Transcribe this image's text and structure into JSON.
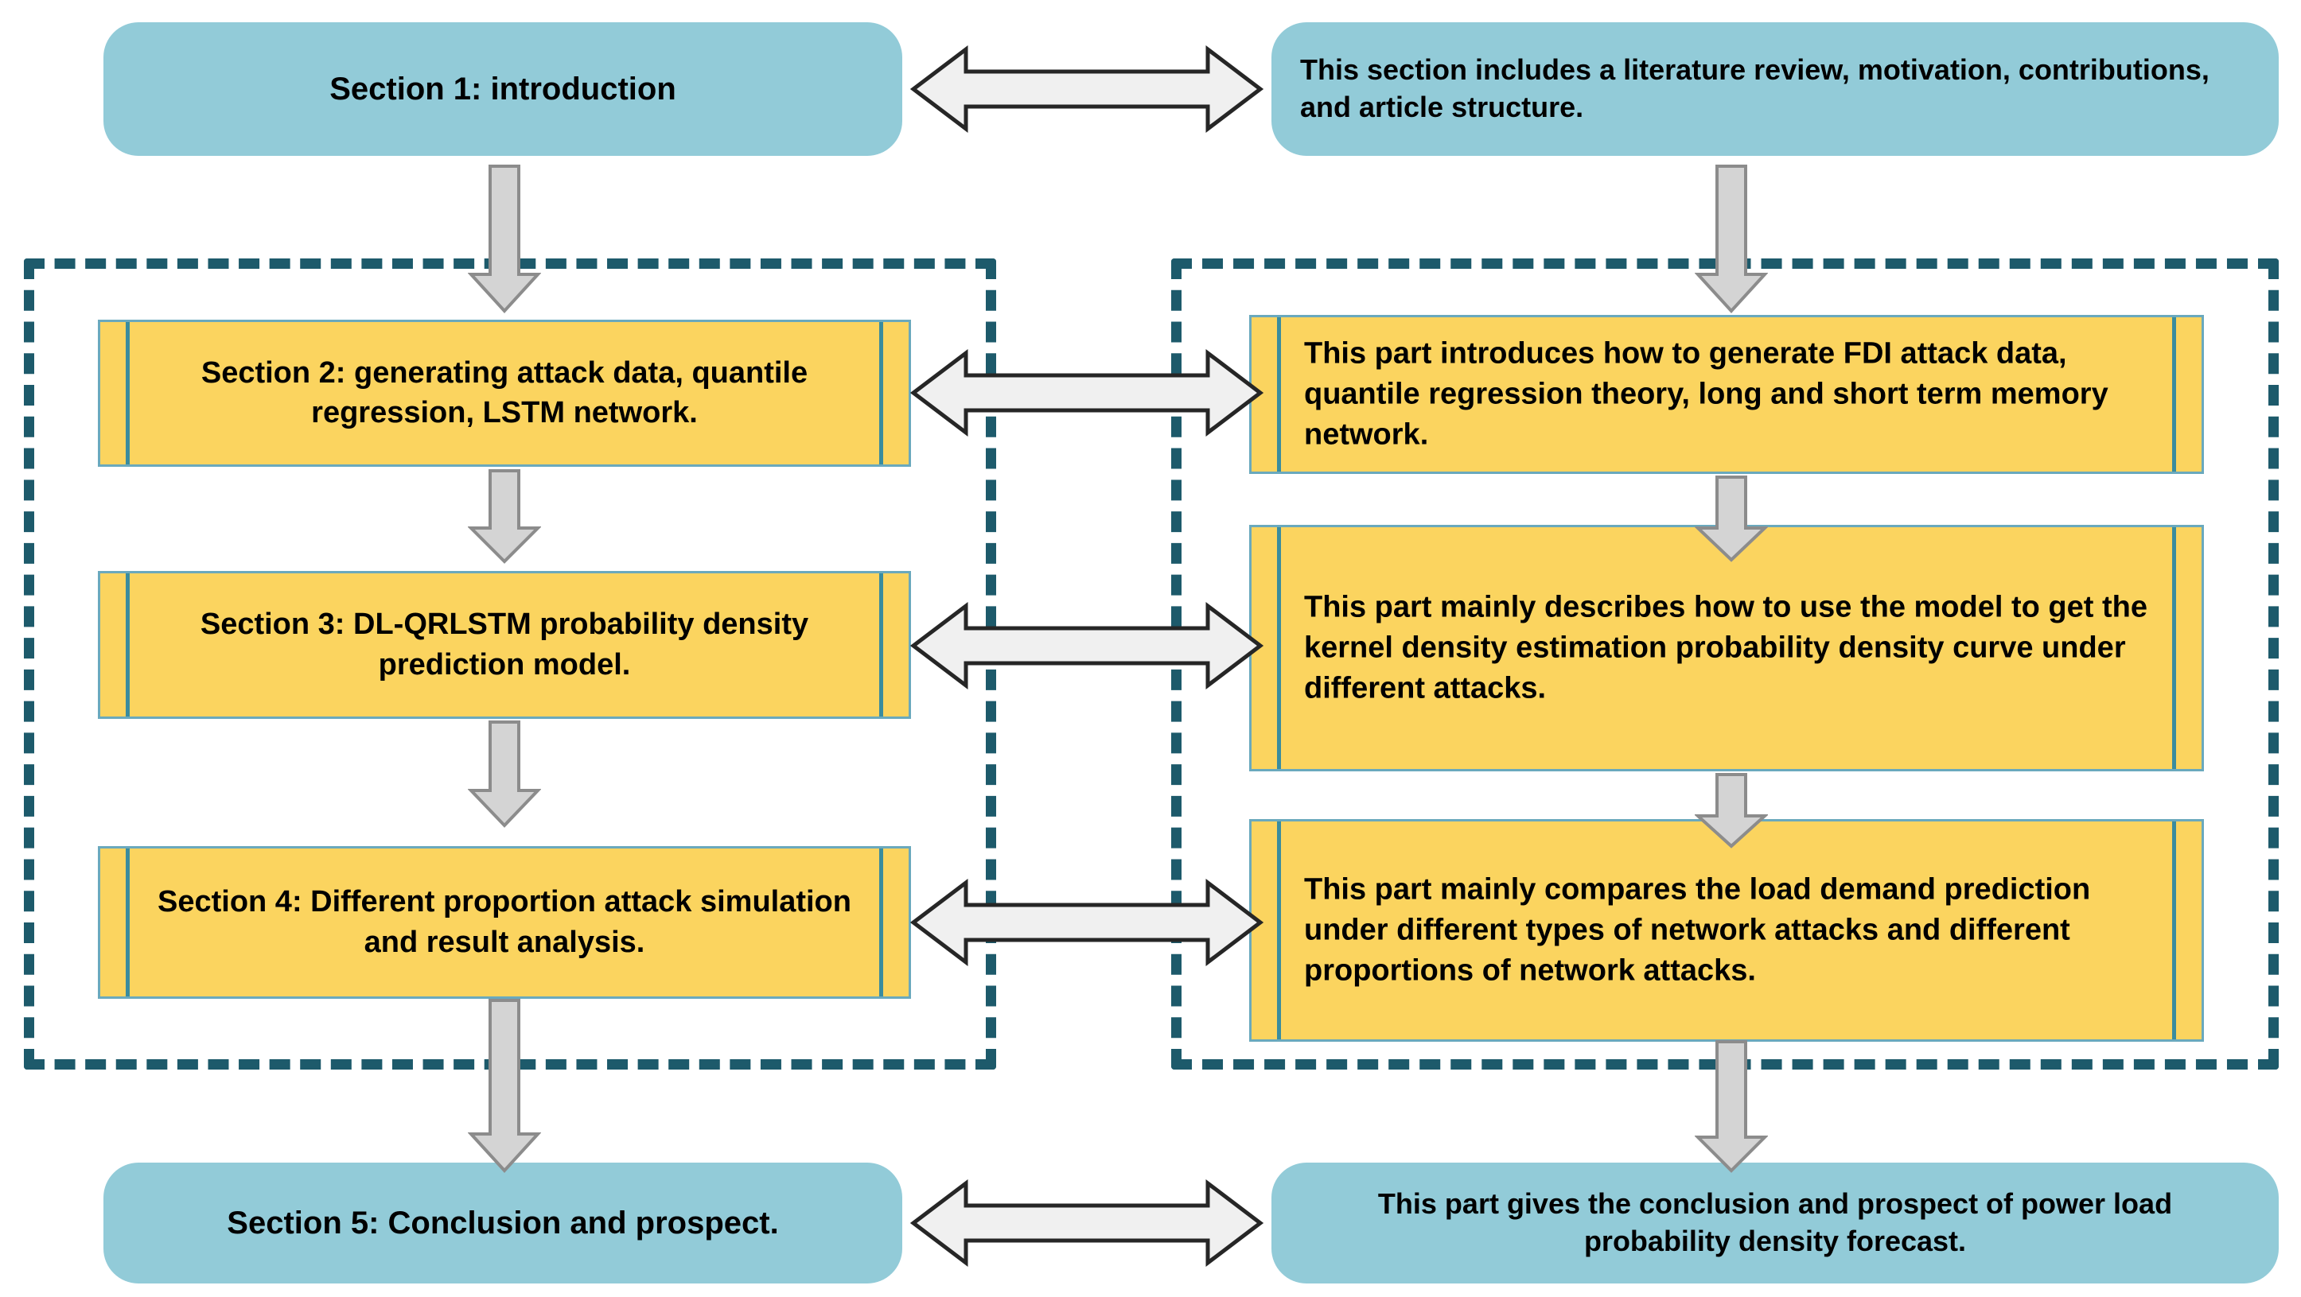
{
  "diagram": {
    "title": "Article structure flowchart",
    "colors": {
      "pill_fill": "#92CBD8",
      "yellow_fill": "#FBD45F",
      "yellow_border": "#6AA9BD",
      "yellow_rail": "#3A8C9E",
      "dashed_frame": "#1D5A6B",
      "arrow_fill": "#F0F0F0",
      "arrow_stroke": "#262626",
      "down_arrow_fill": "#D4D4D4",
      "down_arrow_stroke": "#8C8C8C",
      "text": "#000000",
      "background": "#FFFFFF"
    },
    "sections": {
      "s1_title": "Section 1: introduction",
      "s1_desc": "This section includes a literature review, motivation, contributions, and article structure.",
      "s2_title": "Section 2: generating attack data, quantile regression, LSTM network.",
      "s2_desc": "This part introduces how to generate FDI attack data, quantile regression theory, long and short term memory network.",
      "s3_title": "Section 3: DL-QRLSTM probability density prediction model.",
      "s3_desc": "This part mainly describes how to use the model to get the kernel density estimation probability density curve under different attacks.",
      "s4_title": "Section 4: Different proportion attack simulation and result analysis.",
      "s4_desc": "This part mainly compares the load demand prediction under different types of network attacks and different proportions of network attacks.",
      "s5_title": "Section 5: Conclusion and prospect.",
      "s5_desc": "This part gives the conclusion and prospect of power load probability density forecast."
    },
    "connectors": {
      "bidirectional_1": "double-headed-arrow",
      "bidirectional_2": "double-headed-arrow",
      "bidirectional_3": "double-headed-arrow",
      "bidirectional_4": "double-headed-arrow",
      "bidirectional_5": "double-headed-arrow",
      "flow_down_left_1": "down-arrow",
      "flow_down_left_2": "down-arrow",
      "flow_down_left_3": "down-arrow",
      "flow_down_left_4": "down-arrow",
      "flow_down_right_1": "down-arrow",
      "flow_down_right_2": "down-arrow",
      "flow_down_right_3": "down-arrow",
      "flow_down_right_4": "down-arrow"
    },
    "groups": {
      "left_group_label": "body-sections-group",
      "right_group_label": "body-descriptions-group"
    }
  }
}
